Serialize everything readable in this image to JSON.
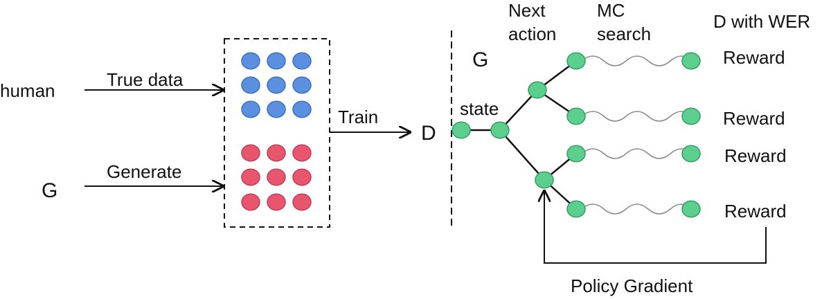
{
  "left": {
    "human_label": "human",
    "g_label": "G",
    "true_data_label": "True data",
    "generate_label": "Generate",
    "train_label": "Train",
    "d_label": "D",
    "true_dot_color": "#5b8fe0",
    "true_dot_stroke": "#3a6fc2",
    "fake_dot_color": "#e8566e",
    "fake_dot_stroke": "#c73c55"
  },
  "right": {
    "g_label": "G",
    "state_label": "state",
    "next_action_line1": "Next",
    "next_action_line2": "action",
    "mc_search_line1": "MC",
    "mc_search_line2": "search",
    "d_with_wer_label": "D with WER",
    "reward_labels": [
      "Reward",
      "Reward",
      "Reward",
      "Reward"
    ],
    "policy_gradient_label": "Policy Gradient",
    "node_color": "#5ccf8e",
    "node_stroke": "#2f9f62"
  }
}
